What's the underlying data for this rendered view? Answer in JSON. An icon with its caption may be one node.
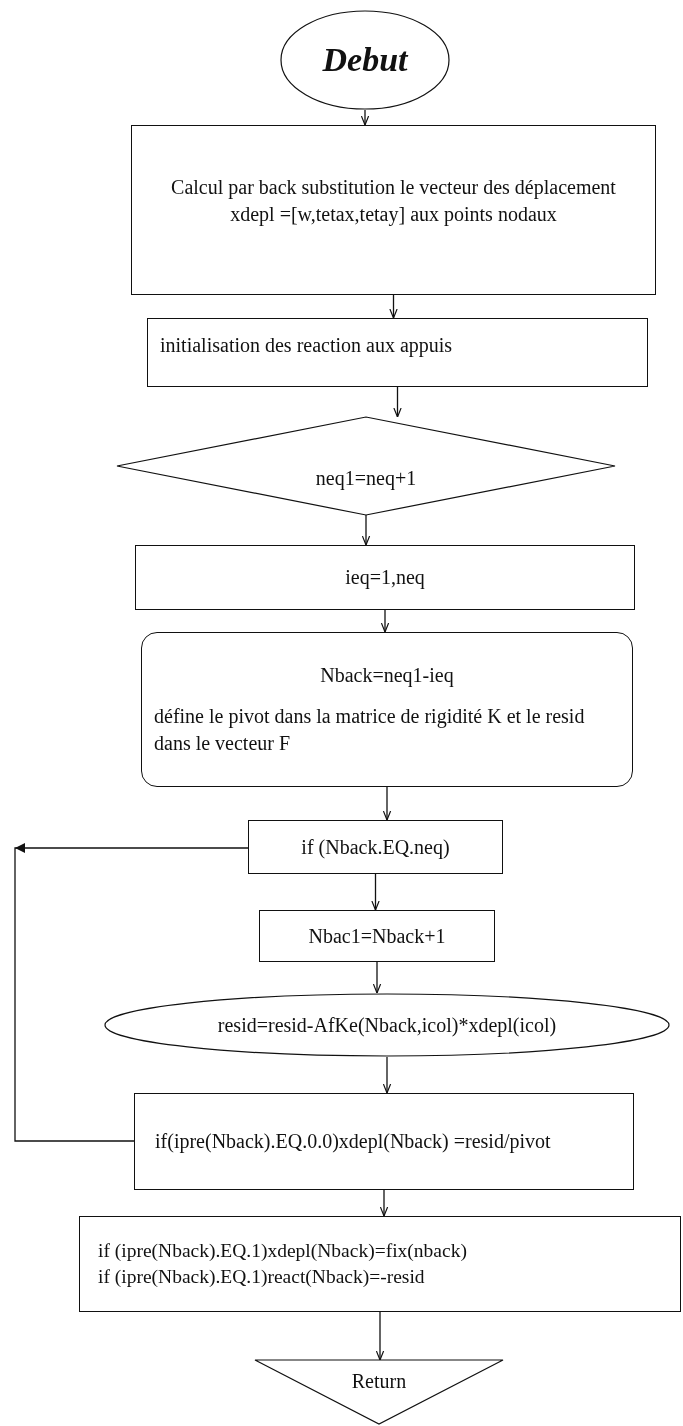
{
  "diagram": {
    "nodes": [
      {
        "text": [
          "Debut"
        ]
      },
      {
        "text": [
          "Calcul par back substitution le vecteur des déplacement xdepl =[w,tetax,tetay] aux points nodaux"
        ]
      },
      {
        "text": [
          "initialisation des reaction aux appuis"
        ]
      },
      {
        "text": [
          "neq1=neq+1"
        ]
      },
      {
        "text": [
          "ieq=1,neq"
        ]
      },
      {
        "text": [
          "Nback=neq1-ieq",
          "défine le pivot dans la matrice de rigidité K et le resid dans le vecteur  F"
        ]
      },
      {
        "text": [
          "if (Nback.EQ.neq)"
        ]
      },
      {
        "text": [
          "Nbac1=Nback+1"
        ]
      },
      {
        "text": [
          "resid=resid-AfKe(Nback,icol)*xdepl(icol)"
        ]
      },
      {
        "text": [
          "if(ipre(Nback).EQ.0.0)xdepl(Nback) =resid/pivot"
        ]
      },
      {
        "text": [
          "if (ipre(Nback).EQ.1)xdepl(Nback)=fix(nback)",
          "if (ipre(Nback).EQ.1)react(Nback)=-resid"
        ]
      },
      {
        "text": [
          "Return"
        ]
      }
    ],
    "edges": [
      {
        "from": 0,
        "to": 1,
        "arrow": "to"
      },
      {
        "from": 1,
        "to": 2,
        "arrow": "to"
      },
      {
        "from": 2,
        "to": 3,
        "arrow": "to"
      },
      {
        "from": 3,
        "to": 4,
        "arrow": "to"
      },
      {
        "from": 4,
        "to": 5,
        "arrow": "to"
      },
      {
        "from": 5,
        "to": 6,
        "arrow": "to"
      },
      {
        "from": 6,
        "to": 7,
        "arrow": "to"
      },
      {
        "from": 7,
        "to": 8,
        "arrow": "to"
      },
      {
        "from": 8,
        "to": 9,
        "arrow": "to"
      },
      {
        "from": 9,
        "to": 10,
        "arrow": "to"
      },
      {
        "from": 10,
        "to": 11,
        "arrow": "to"
      },
      {
        "from": 6,
        "to": 9,
        "arrow": "to"
      }
    ]
  }
}
